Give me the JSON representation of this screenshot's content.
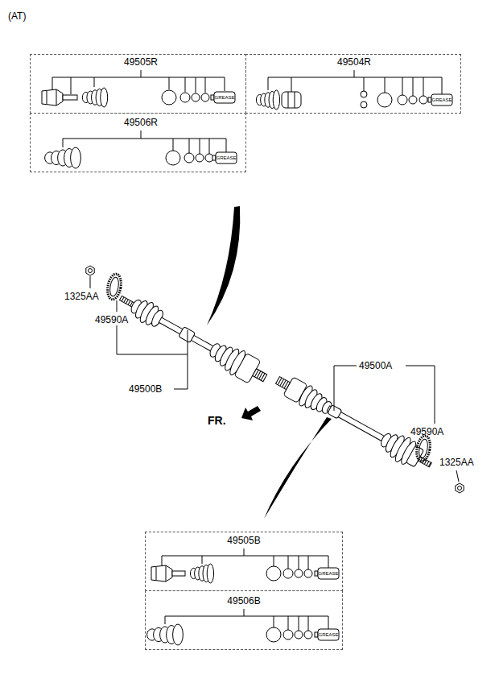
{
  "diagram": {
    "nodes": [
      {
        "text": [
          "49505R"
        ]
      },
      {
        "text": [
          "49504R"
        ]
      },
      {
        "text": [
          "49506R"
        ]
      },
      {
        "text": [
          "49505B"
        ]
      },
      {
        "text": [
          "49506B"
        ]
      }
    ],
    "labels": [
      "(AT)",
      "GREASE",
      "GREASE",
      "GREASE",
      "1325AA",
      "49590A",
      "49500B",
      "49500A",
      "FR.",
      "49590A",
      "1325AA",
      "GREASE",
      "GREASE"
    ]
  }
}
